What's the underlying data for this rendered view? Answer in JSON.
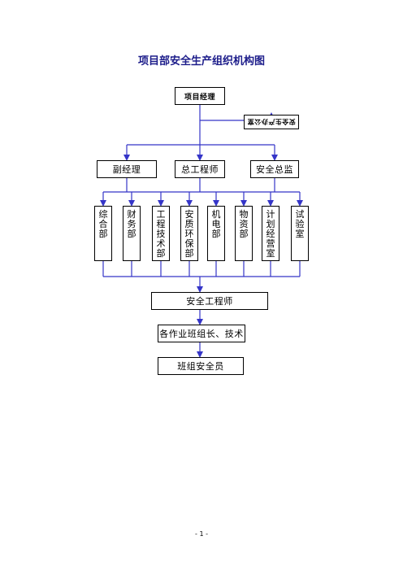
{
  "title": "项目部安全生产组织机构图",
  "project_manager": "项目经理",
  "safety_office": "安全生产办公室",
  "level2": {
    "deputy_manager": "副经理",
    "chief_engineer": "总工程师",
    "safety_director": "安全总监"
  },
  "departments": [
    "综合部",
    "财务部",
    "工程技术部",
    "安质环保部",
    "机电部",
    "物资部",
    "计划经营室",
    "试验室"
  ],
  "safety_engineer": "安全工程师",
  "team_leaders": "各作业班组长、技术",
  "team_safety_officer": "班组安全员",
  "footer": "- 1 -",
  "colors": {
    "connector": "#3535c8",
    "title": "#1c1c8a",
    "border": "#000000"
  }
}
